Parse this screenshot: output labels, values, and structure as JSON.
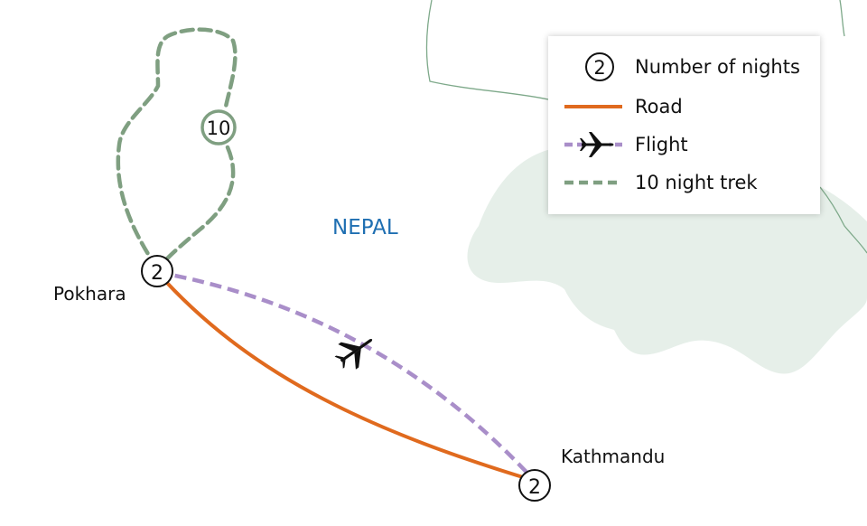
{
  "map": {
    "country_label": "NEPAL",
    "places": [
      {
        "name": "Pokhara",
        "nights": "2"
      },
      {
        "name": "Kathmandu",
        "nights": "2"
      }
    ],
    "trek_nights": "10",
    "colors": {
      "road": "#e06a1e",
      "flight": "#a98ec9",
      "trek": "#7f9f81",
      "land_tint": "#e6efe9",
      "border": "#7ea98a",
      "country_label": "#1f6fb2"
    }
  },
  "legend": {
    "items": [
      {
        "symbol": "numbered-circle",
        "marker_value": "2",
        "label": "Number of nights"
      },
      {
        "symbol": "solid-line",
        "label": "Road"
      },
      {
        "symbol": "dashed-line-plane",
        "label": "Flight"
      },
      {
        "symbol": "dashed-line",
        "label": "10 night trek"
      }
    ]
  }
}
